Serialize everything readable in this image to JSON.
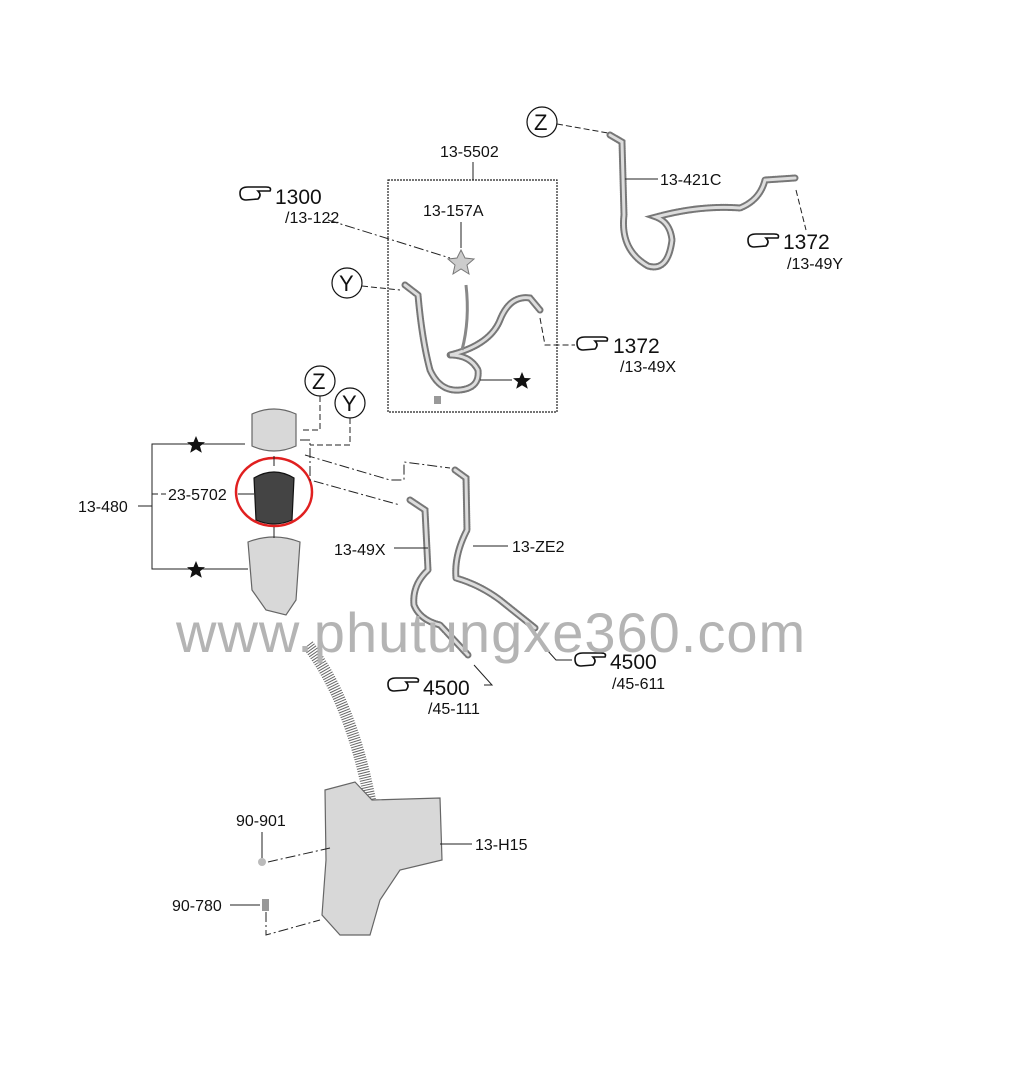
{
  "refs": {
    "z_top": "Z",
    "y_box": "Y",
    "z_mid": "Z",
    "y_mid": "Y"
  },
  "labels": {
    "assy_box": "13-5502",
    "ref_1300": "1300",
    "ref_1300_sub": "/13-122",
    "part_157a": "13-157A",
    "part_421c": "13-421C",
    "ref_1372_y": "1372",
    "ref_1372_y_sub": "/13-49Y",
    "ref_1372_x": "1372",
    "ref_1372_x_sub": "/13-49X",
    "part_480": "13-480",
    "part_5702": "23-5702",
    "part_49x": "13-49X",
    "part_ze2": "13-ZE2",
    "ref_4500_a": "4500",
    "ref_4500_a_sub": "/45-111",
    "ref_4500_b": "4500",
    "ref_4500_b_sub": "/45-611",
    "part_901": "90-901",
    "part_h15": "13-H15",
    "part_780": "90-780"
  },
  "watermark": "www.phutungxe360.com",
  "highlight_color": "#e02020"
}
